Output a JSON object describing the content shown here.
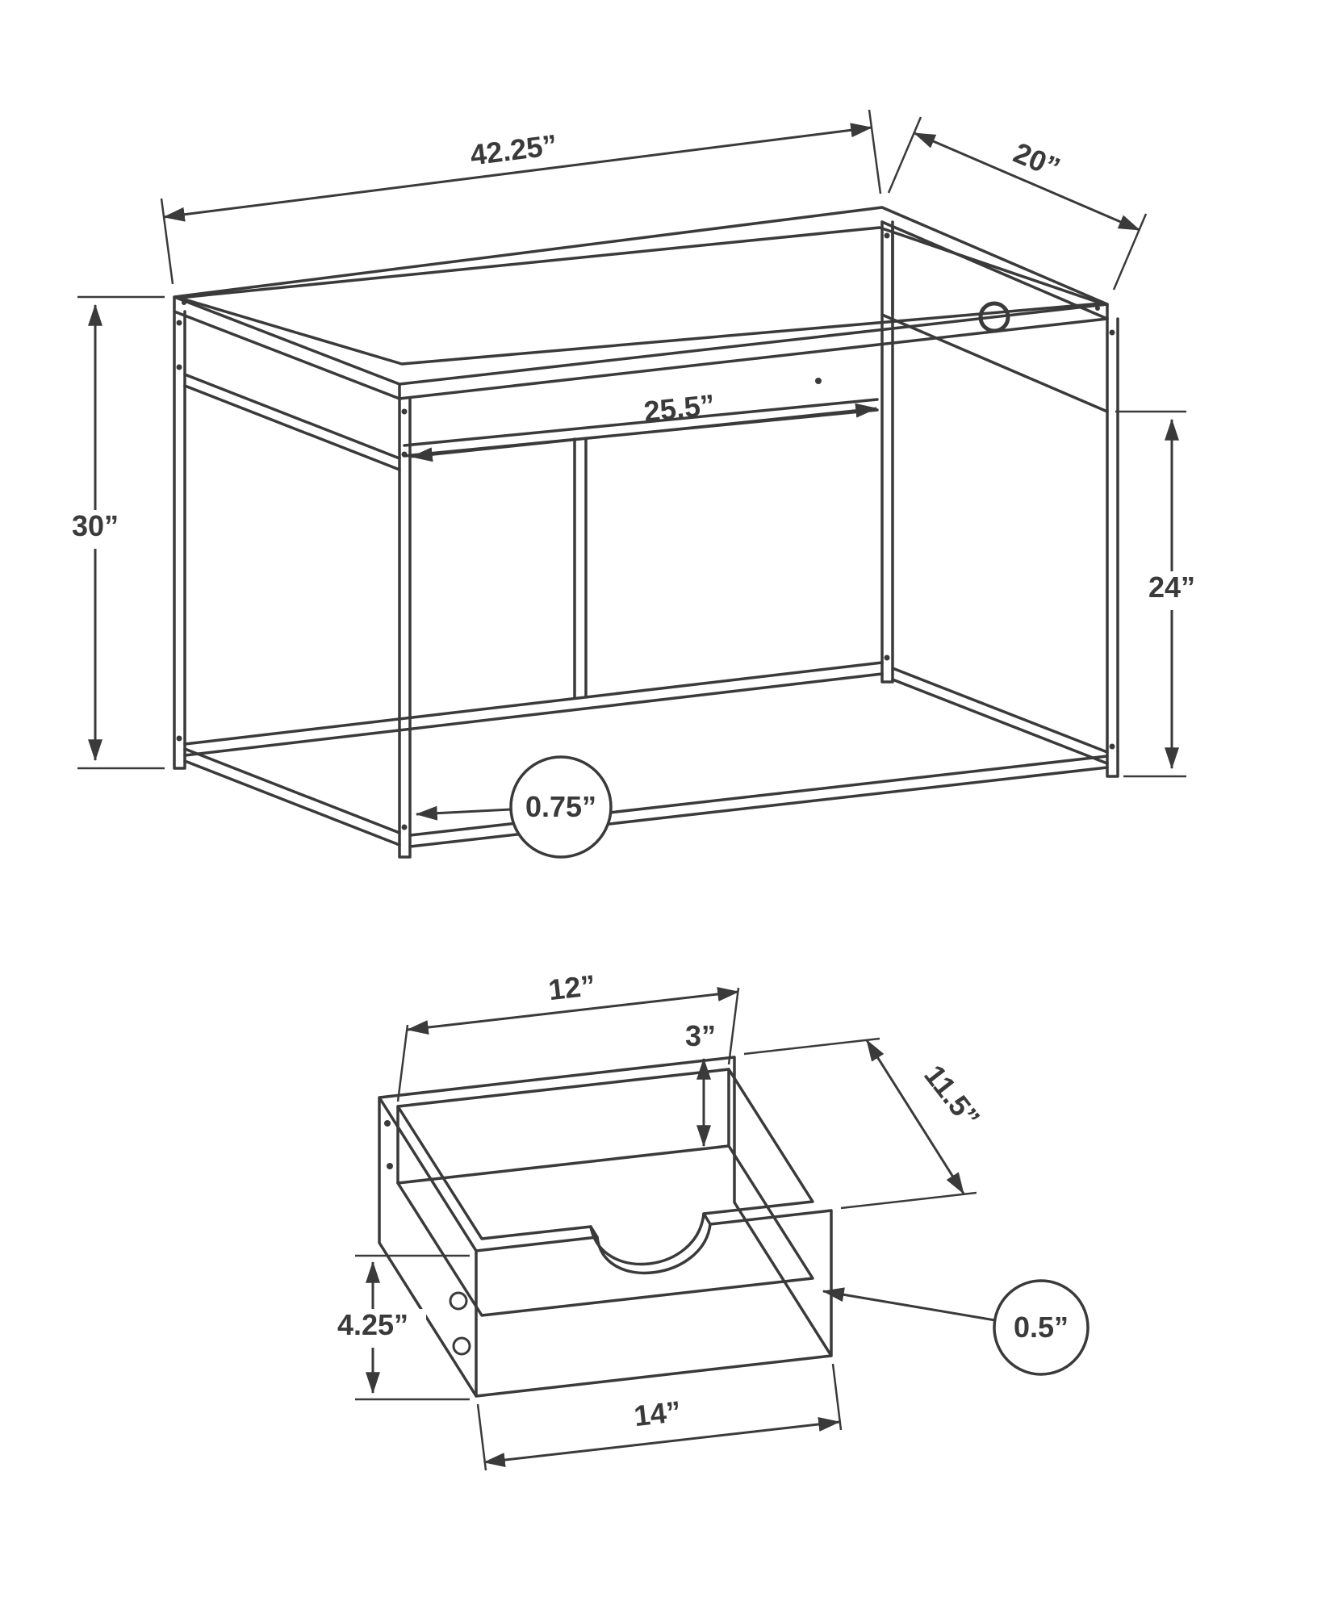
{
  "colors": {
    "background": "#ffffff",
    "line": "#3a3a3a"
  },
  "desk": {
    "labels": {
      "width": "42.25”",
      "depth": "20”",
      "height": "30”",
      "clearance_width": "25.5”",
      "clearance_height": "24”",
      "frame_thickness": "0.75”"
    }
  },
  "drawer": {
    "labels": {
      "inner_width": "12”",
      "inner_height": "3”",
      "depth": "11.5”",
      "front_height": "4.25”",
      "panel_thickness": "0.5”",
      "outer_width": "14”"
    }
  }
}
